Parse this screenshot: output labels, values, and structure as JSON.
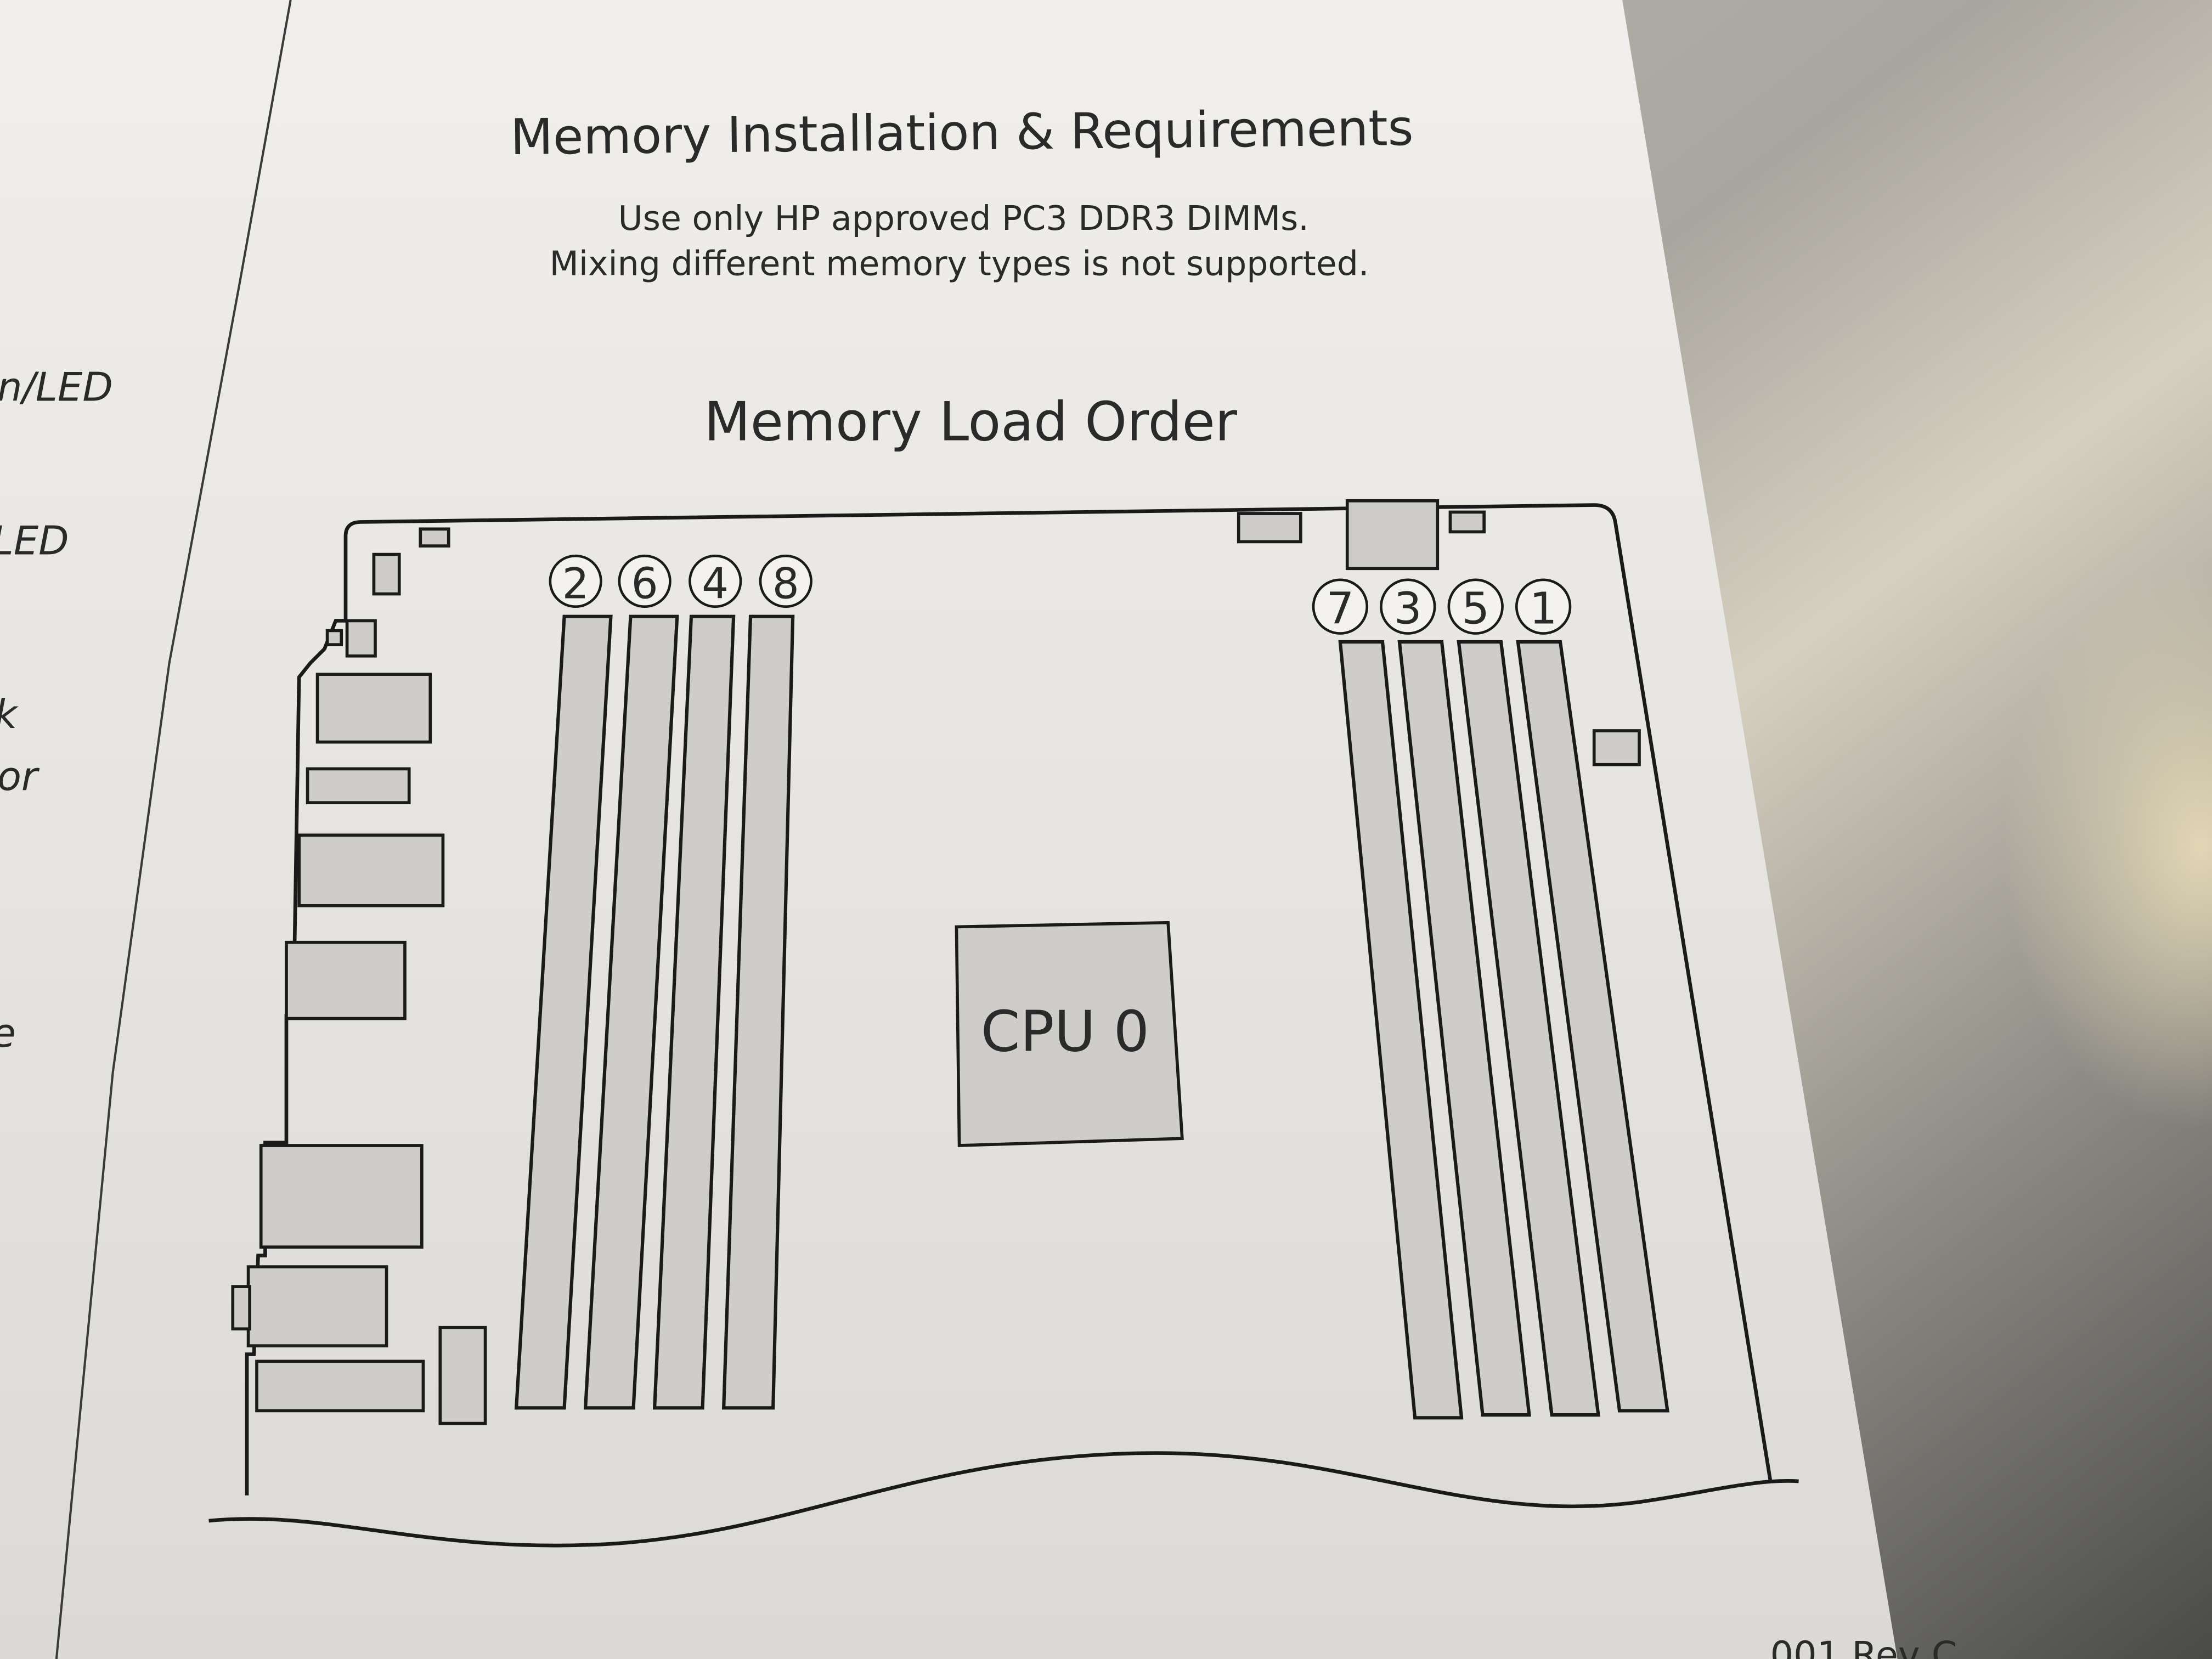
{
  "document": {
    "title": "Memory Installation & Requirements",
    "line1": "Use only HP approved PC3 DDR3 DIMMs.",
    "line2": "Mixing different memory types is not supported.",
    "diagram_title": "Memory Load Order",
    "cpu_label": "CPU 0",
    "left_slot_order": [
      "2",
      "6",
      "4",
      "8"
    ],
    "right_slot_order": [
      "7",
      "3",
      "5",
      "1"
    ],
    "left_page_fragments": [
      "n/LED",
      "LED",
      "k",
      "or",
      "e"
    ],
    "footer_fragment": "...001 Rev C"
  }
}
